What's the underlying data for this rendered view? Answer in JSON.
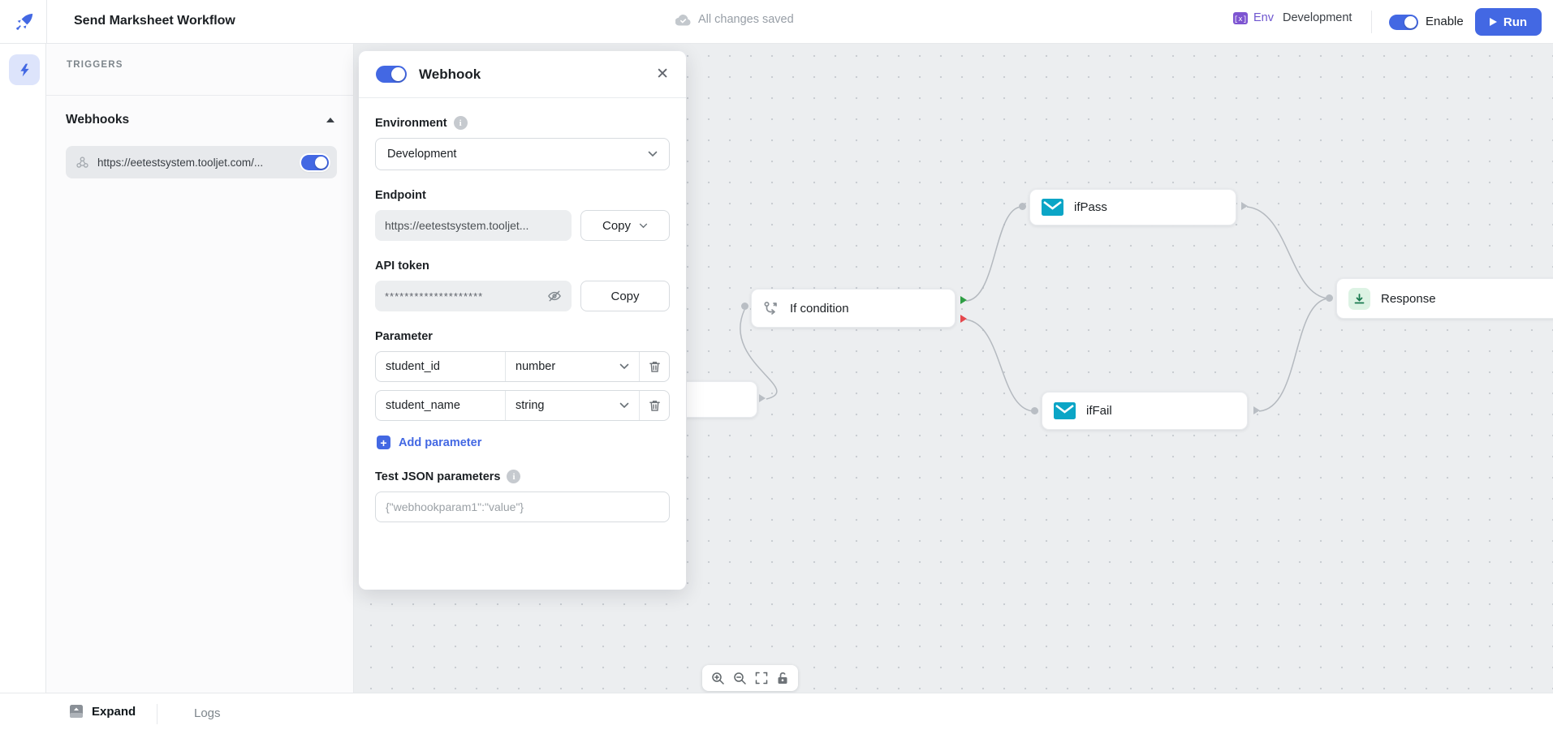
{
  "header": {
    "title": "Send Marksheet Workflow",
    "save_status": "All changes saved",
    "env_label": "Env",
    "env_value": "Development",
    "enable_label": "Enable",
    "run_label": "Run"
  },
  "sidebar": {
    "section_title": "TRIGGERS",
    "group_title": "Webhooks",
    "webhook_url": "https://eetestsystem.tooljet.com/..."
  },
  "panel": {
    "title": "Webhook",
    "environment": {
      "label": "Environment",
      "value": "Development"
    },
    "endpoint": {
      "label": "Endpoint",
      "value": "https://eetestsystem.tooljet...",
      "copy_label": "Copy"
    },
    "api_token": {
      "label": "API token",
      "value": "********************",
      "copy_label": "Copy"
    },
    "parameters": {
      "label": "Parameter",
      "rows": [
        {
          "name": "student_id",
          "type": "number"
        },
        {
          "name": "student_name",
          "type": "string"
        }
      ],
      "add_label": "Add parameter"
    },
    "test_json": {
      "label": "Test JSON parameters",
      "placeholder": "{\"webhookparam1\":\"value\"}"
    }
  },
  "canvas": {
    "nodes": {
      "if_condition": {
        "label": "If condition"
      },
      "if_pass": {
        "label": "ifPass"
      },
      "if_fail": {
        "label": "ifFail"
      },
      "response": {
        "label": "Response"
      }
    }
  },
  "footer": {
    "expand_label": "Expand",
    "logs_label": "Logs"
  },
  "icons": {
    "logo": "rocket-icon",
    "trigger": "lightning-icon",
    "status": "cloud-check-icon",
    "env": "variable-icon",
    "mail_nodes": "envelope-icon",
    "response_node": "output-icon",
    "toolbar": [
      "zoom-in-icon",
      "zoom-out-icon",
      "fit-view-icon",
      "lock-icon"
    ]
  },
  "colors": {
    "accent": "#4368E3",
    "env_purple": "#7D54D1",
    "envelope_teal": "#0BA5C6",
    "pass_handle": "#2F9E44",
    "fail_handle": "#E5484D",
    "canvas_bg": "#ECEEF0"
  }
}
